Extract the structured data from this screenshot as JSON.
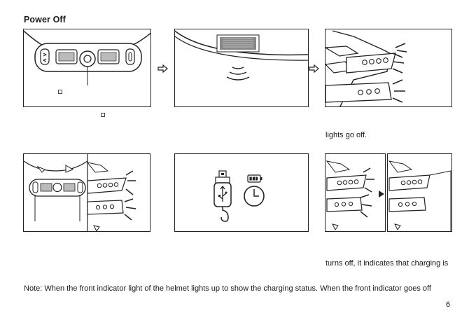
{
  "section_title": "Power Off",
  "step3_caption": "lights go off.",
  "charging_caption": "turns off, it indicates that charging is",
  "note": "Note: When the front  indicator light of the helmet lights up to show the charging status. When the front indicator goes off",
  "page_number": "6",
  "icons": {
    "arrow": "outline-right-arrow-icon",
    "usb": "usb-cable-icon",
    "battery": "battery-icon",
    "clock": "clock-icon",
    "play": "play-triangle-icon"
  }
}
